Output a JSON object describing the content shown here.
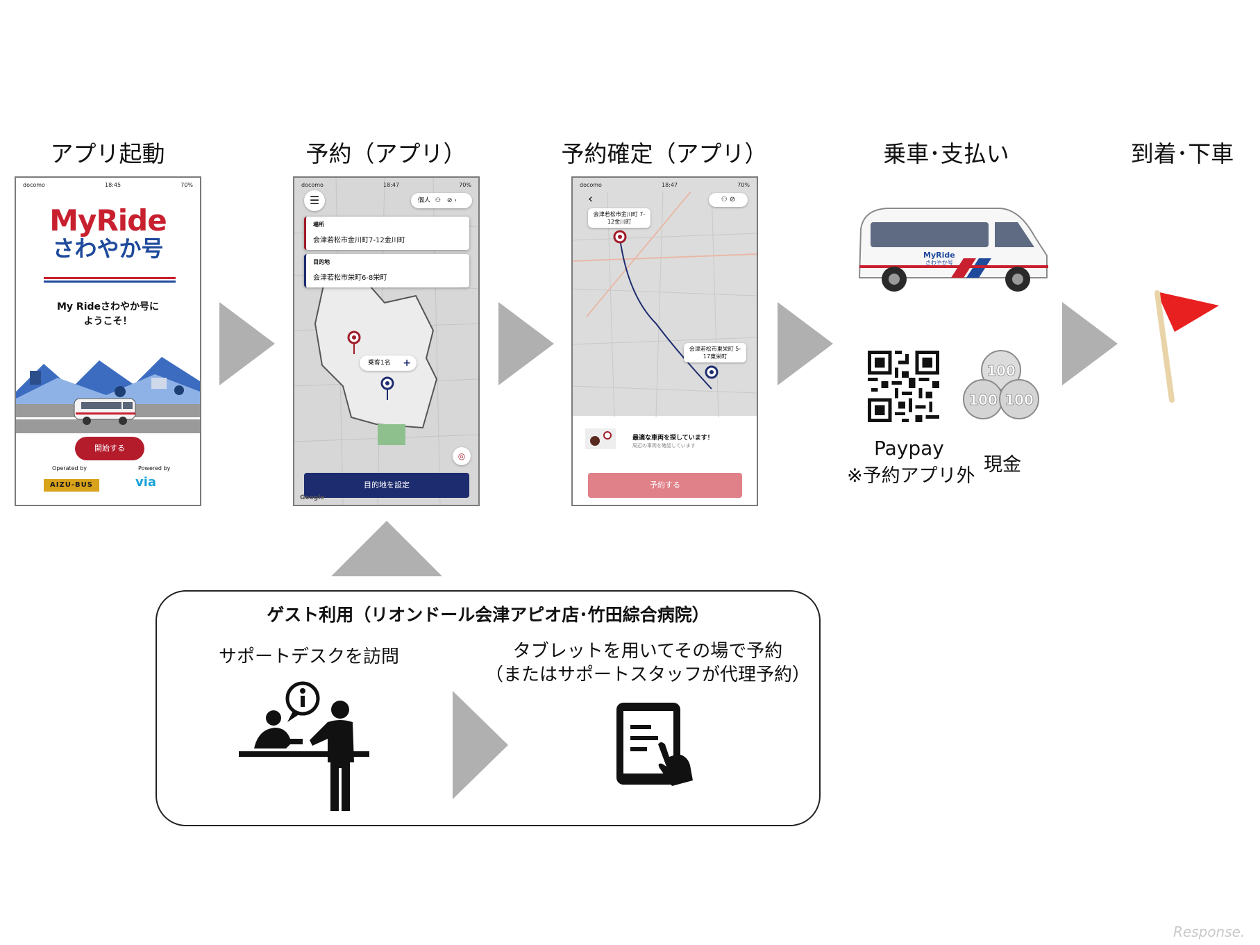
{
  "steps": [
    {
      "title": "アプリ起動"
    },
    {
      "title": "予約（アプリ）"
    },
    {
      "title": "予約確定（アプリ）"
    },
    {
      "title": "乗車･支払い"
    },
    {
      "title": "到着･下車"
    }
  ],
  "phone1": {
    "carrier": "docomo",
    "time": "18:45",
    "battery": "70%",
    "logo_line1": "MyRide",
    "logo_line2": "さわやか号",
    "welcome_line1": "My Rideさわやか号に",
    "welcome_line2": "ようこそ！",
    "start_button": "開始する",
    "operated_by": "Operated by",
    "powered_by": "Powered by",
    "operator_logo": "AIZU-BUS",
    "via_logo": "via"
  },
  "phone2": {
    "carrier": "docomo",
    "time": "18:47",
    "battery": "70%",
    "mode": "個人",
    "place_label": "場所",
    "place_value": "会津若松市金川町7-12金川町",
    "dest_label": "目的地",
    "dest_value": "会津若松市栄町6-8栄町",
    "passengers": "乗客1名",
    "set_dest_button": "目的地を設定",
    "map_brand": "Google"
  },
  "phone3": {
    "carrier": "docomo",
    "time": "18:47",
    "battery": "70%",
    "pickup_label": "会津若松市金川町 7-12金川町",
    "dropoff_label": "会津若松市東栄町 5-17東栄町",
    "searching_title": "最適な車両を探しています！",
    "searching_sub": "周辺の車両を確認しています",
    "reserve_button": "予約する"
  },
  "payment": {
    "van_logo": "MyRide",
    "van_logo_sub": "さわやか号",
    "paypay_label": "Paypay",
    "paypay_note": "※予約アプリ外",
    "cash_label": "現金",
    "coin_value": "100"
  },
  "guest": {
    "title": "ゲスト利用（リオンドール会津アピオ店･竹田綜合病院）",
    "step1": "サポートデスクを訪問",
    "step2_line1": "タブレットを用いてその場で予約",
    "step2_line2": "（またはサポートスタッフが代理予約）"
  },
  "watermark": "Response."
}
